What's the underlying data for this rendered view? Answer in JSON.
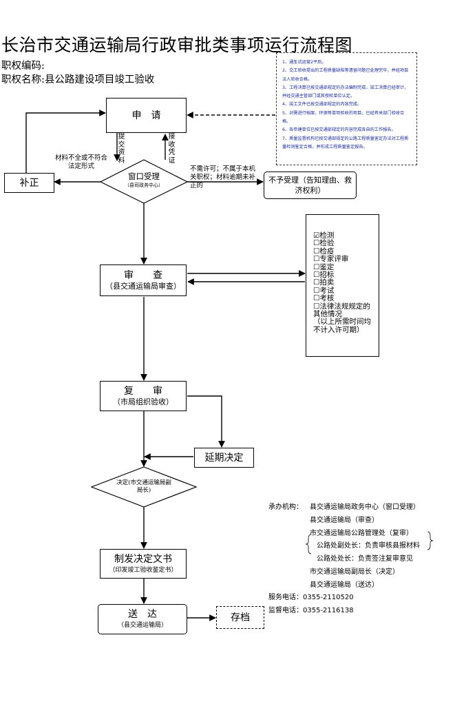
{
  "header": {
    "title": "长治市交通运输局行政审批类事项运行流程图",
    "code_label": "职权编码:",
    "name_label": "职权名称:",
    "name_value": "县公路建设项目竣工验收"
  },
  "notes": [
    "1、通车试运营2平后。",
    "2、交工验收提出的工程质量缺陷等遗留问题已处理完毕，并经项目法人验收合格。",
    "3、工程决算已按交通部规定的办法编制完成，竣工决算已经审计，并经交通主管部门或其授权单位认定。",
    "4、竣工文件已按交通部规定的内容完成。",
    "5、对需进行档案、环保等单项验收的项目，已经有关部门验收合格。",
    "6、各参建单位已按交通部规定的内容完成各自的工作报告。",
    "7、质量监督机构已按交通部规定的公路工程质量鉴定办法对工程质量检测鉴定合格，并形成工程质量鉴定报告。"
  ],
  "flow": {
    "apply": "申　请",
    "submit": "提交资料",
    "receipt": "接收凭证",
    "window_main": "窗口受理",
    "window_sub": "（县司政务中心）",
    "incomplete": "材料不全或不符合法定形式",
    "correct": "补正",
    "reject_reason": "不需许可；不属于本机关职权；材料逾期未补正的",
    "reject": "不予受理（告知理由、救济权利）",
    "review_main": "审　　查",
    "review_sub": "（县交通运输局审查）",
    "recheck_main": "复　　审",
    "recheck_sub": "（市局组织验收）",
    "extend": "延期决定",
    "decide_main": "决定(市交通运输局副局长)",
    "issue_main": "制发决定文书",
    "issue_sub": "（印发竣工验收鉴定书）",
    "deliver_main": "送　达",
    "deliver_sub": "（县交通运输局）",
    "archive": "存档"
  },
  "checklist": {
    "items": [
      {
        "mark": "☑",
        "label": "检测"
      },
      {
        "mark": "☐",
        "label": "检验"
      },
      {
        "mark": "☐",
        "label": "检疫"
      },
      {
        "mark": "☐",
        "label": "专家评审"
      },
      {
        "mark": "☐",
        "label": "鉴定"
      },
      {
        "mark": "☐",
        "label": "招标"
      },
      {
        "mark": "☐",
        "label": "拍卖"
      },
      {
        "mark": "☐",
        "label": "考试"
      },
      {
        "mark": "☐",
        "label": "考核"
      },
      {
        "mark": "☐",
        "label": "法律法规规定的其他情况"
      }
    ],
    "note": "（以上所需时间均不计入许可期）"
  },
  "agency": {
    "label": "承办机构：",
    "lines": [
      "县交通运输局政务中心（窗口受理）",
      "县交通运输局（审查）",
      "市交通运输局公路管理处（复审）",
      "公路处副处长：负责审核县报材料",
      "公路处处长：负责签注复审意见",
      "市交通运输局副局长（决定）",
      "县交通运输局（送达）"
    ]
  },
  "contact": {
    "service": "服务电话：0355-2110520",
    "supervise": "监督电话：0355-2116138"
  }
}
